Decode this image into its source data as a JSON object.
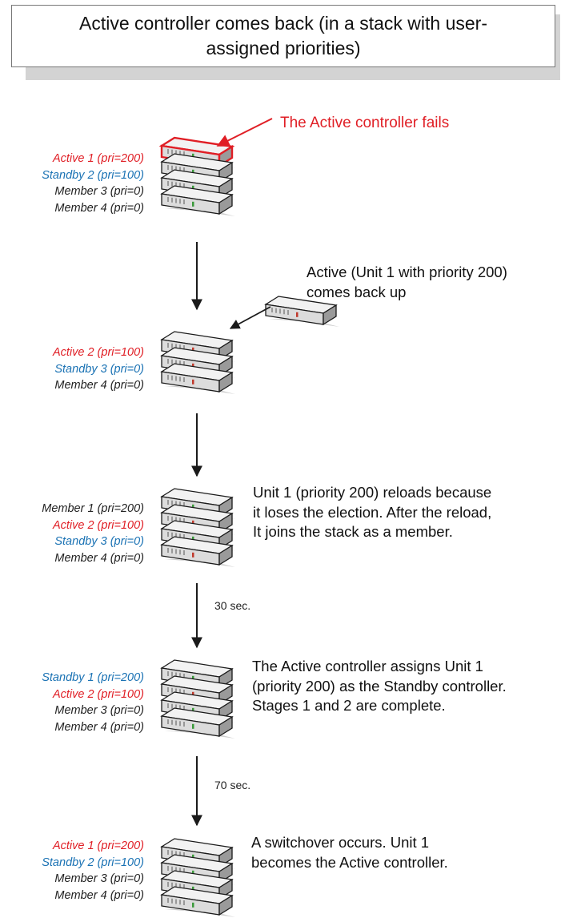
{
  "title": "Active controller comes back (in a stack with user-assigned priorities)",
  "fail_label": "The Active controller fails",
  "stages": [
    {
      "units": [
        {
          "label": "Active 1 (pri=200)",
          "role": "active"
        },
        {
          "label": "Standby 2 (pri=100)",
          "role": "standby"
        },
        {
          "label": "Member 3 (pri=0)",
          "role": "member"
        },
        {
          "label": "Member 4 (pri=0)",
          "role": "member"
        }
      ],
      "description": ""
    },
    {
      "units": [
        {
          "label": "Active 2 (pri=100)",
          "role": "active"
        },
        {
          "label": "Standby 3 (pri=0)",
          "role": "standby"
        },
        {
          "label": "Member 4 (pri=0)",
          "role": "member"
        }
      ],
      "description": "Active (Unit 1 with priority 200) comes back up"
    },
    {
      "units": [
        {
          "label": "Member 1 (pri=200)",
          "role": "member"
        },
        {
          "label": "Active 2 (pri=100)",
          "role": "active"
        },
        {
          "label": "Standby 3 (pri=0)",
          "role": "standby"
        },
        {
          "label": "Member 4 (pri=0)",
          "role": "member"
        }
      ],
      "description": "Unit 1 (priority 200) reloads because it loses the election. After the reload, It joins the stack as a member."
    },
    {
      "units": [
        {
          "label": "Standby 1 (pri=200)",
          "role": "standby"
        },
        {
          "label": "Active 2 (pri=100)",
          "role": "active"
        },
        {
          "label": "Member 3 (pri=0)",
          "role": "member"
        },
        {
          "label": "Member 4 (pri=0)",
          "role": "member"
        }
      ],
      "description": "The Active controller assigns Unit 1 (priority 200) as the Standby controller. Stages 1 and 2 are complete."
    },
    {
      "units": [
        {
          "label": "Active 1 (pri=200)",
          "role": "active"
        },
        {
          "label": "Standby 2 (pri=100)",
          "role": "standby"
        },
        {
          "label": "Member 3 (pri=0)",
          "role": "member"
        },
        {
          "label": "Member 4 (pri=0)",
          "role": "member"
        }
      ],
      "description": "A switchover occurs. Unit 1 becomes the Active controller."
    }
  ],
  "description_lines": {
    "stage2": [
      "Active (Unit 1 with priority 200)",
      "comes back up"
    ],
    "stage3": [
      "Unit 1 (priority 200) reloads because",
      "it loses the election.  After the reload,",
      "It joins the stack as a member."
    ],
    "stage4": [
      "The Active controller assigns Unit 1",
      "(priority 200) as the Standby controller.",
      "Stages 1 and 2 are complete."
    ],
    "stage5": [
      "A switchover occurs. Unit 1",
      "becomes the Active controller."
    ]
  },
  "timings": {
    "stage3_to_stage4": "30 sec.",
    "stage4_to_stage5": "70 sec."
  },
  "colors": {
    "active": "#e01e25",
    "standby": "#1a72b4",
    "member": "#222222"
  }
}
